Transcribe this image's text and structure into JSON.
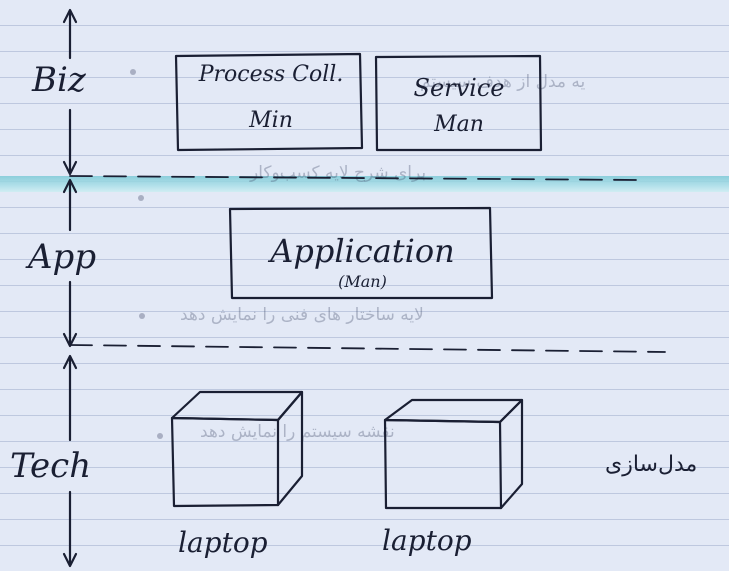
{
  "layers": {
    "biz": "Biz",
    "app": "App",
    "tech": "Tech"
  },
  "biz_boxes": {
    "process": {
      "line1": "Process Coll.",
      "line2": "Min"
    },
    "service": {
      "line1": "Service",
      "line2": "Man"
    }
  },
  "app_box": {
    "title": "Application",
    "sub": "(Man)"
  },
  "tech_devices": [
    {
      "label": "laptop"
    },
    {
      "label": "laptop"
    }
  ],
  "farsi_note": "مدل‌سازی",
  "bleed_through": [
    "یه مدل از هدف سیستم",
    "برای شرح لایه کسب‌وکار",
    "لایه ساختار های فنی را نمایش دهد",
    "نقشه سیستم را نمایش دهد"
  ],
  "colors": {
    "ink": "#1a1f33",
    "paper": "#e3e9f6",
    "highlight": "#7cc9d6"
  }
}
